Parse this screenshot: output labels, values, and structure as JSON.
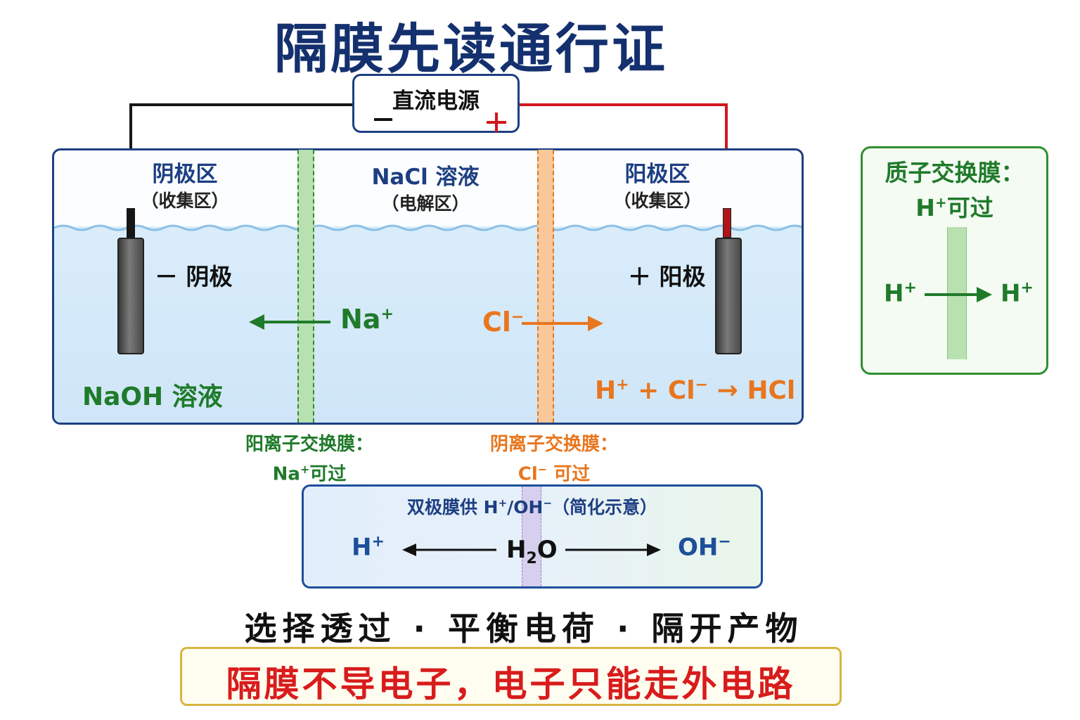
{
  "title": "隔膜先读通行证",
  "power": {
    "label": "直流电源",
    "minus": "−",
    "plus": "+"
  },
  "tank": {
    "cathode_zone": {
      "title": "阴极区",
      "sub": "（收集区）",
      "electrode_label": "－ 阴极",
      "solution": "NaOH 溶液"
    },
    "middle_zone": {
      "title": "NaCl 溶液",
      "sub": "（电解区）"
    },
    "anode_zone": {
      "title": "阳极区",
      "sub": "（收集区）",
      "electrode_label": "＋ 阳极"
    },
    "reaction": {
      "h": "H",
      "h_charge": "+",
      "plus": "+",
      "cl": "Cl",
      "cl_charge": "−",
      "arrow": "→",
      "product": "HCl"
    },
    "ions": {
      "na": "Na",
      "na_charge": "+",
      "cl": "Cl",
      "cl_charge": "−"
    }
  },
  "membranes": {
    "cation": {
      "line1": "阳离子交换膜：",
      "ion": "Na",
      "charge": "+",
      "pass": "可过"
    },
    "anion": {
      "line1": "阴离子交换膜：",
      "ion": "Cl",
      "charge": "−",
      "pass": " 可过"
    }
  },
  "pem_panel": {
    "title": "质子交换膜：",
    "ion": "H",
    "charge": "+",
    "pass": "可过",
    "left_ion": "H",
    "right_ion": "H"
  },
  "bipolar": {
    "title_prefix": "双极膜供 H",
    "title_plus": "+",
    "title_mid": "/OH",
    "title_minus": "−",
    "title_suffix": "（简化示意）",
    "left": "H",
    "left_charge": "+",
    "center": "H",
    "center_sub": "2",
    "center_tail": "O",
    "right": "OH",
    "right_charge": "−"
  },
  "slogan": "选择透过 · 平衡电荷 · 隔开产物",
  "banner": "隔膜不导电子，电子只能走外电路",
  "colors": {
    "navy": "#14306e",
    "green": "#1f7a2a",
    "orange": "#e8761e",
    "red": "#d81c1c",
    "water": "#d9ecfa"
  }
}
